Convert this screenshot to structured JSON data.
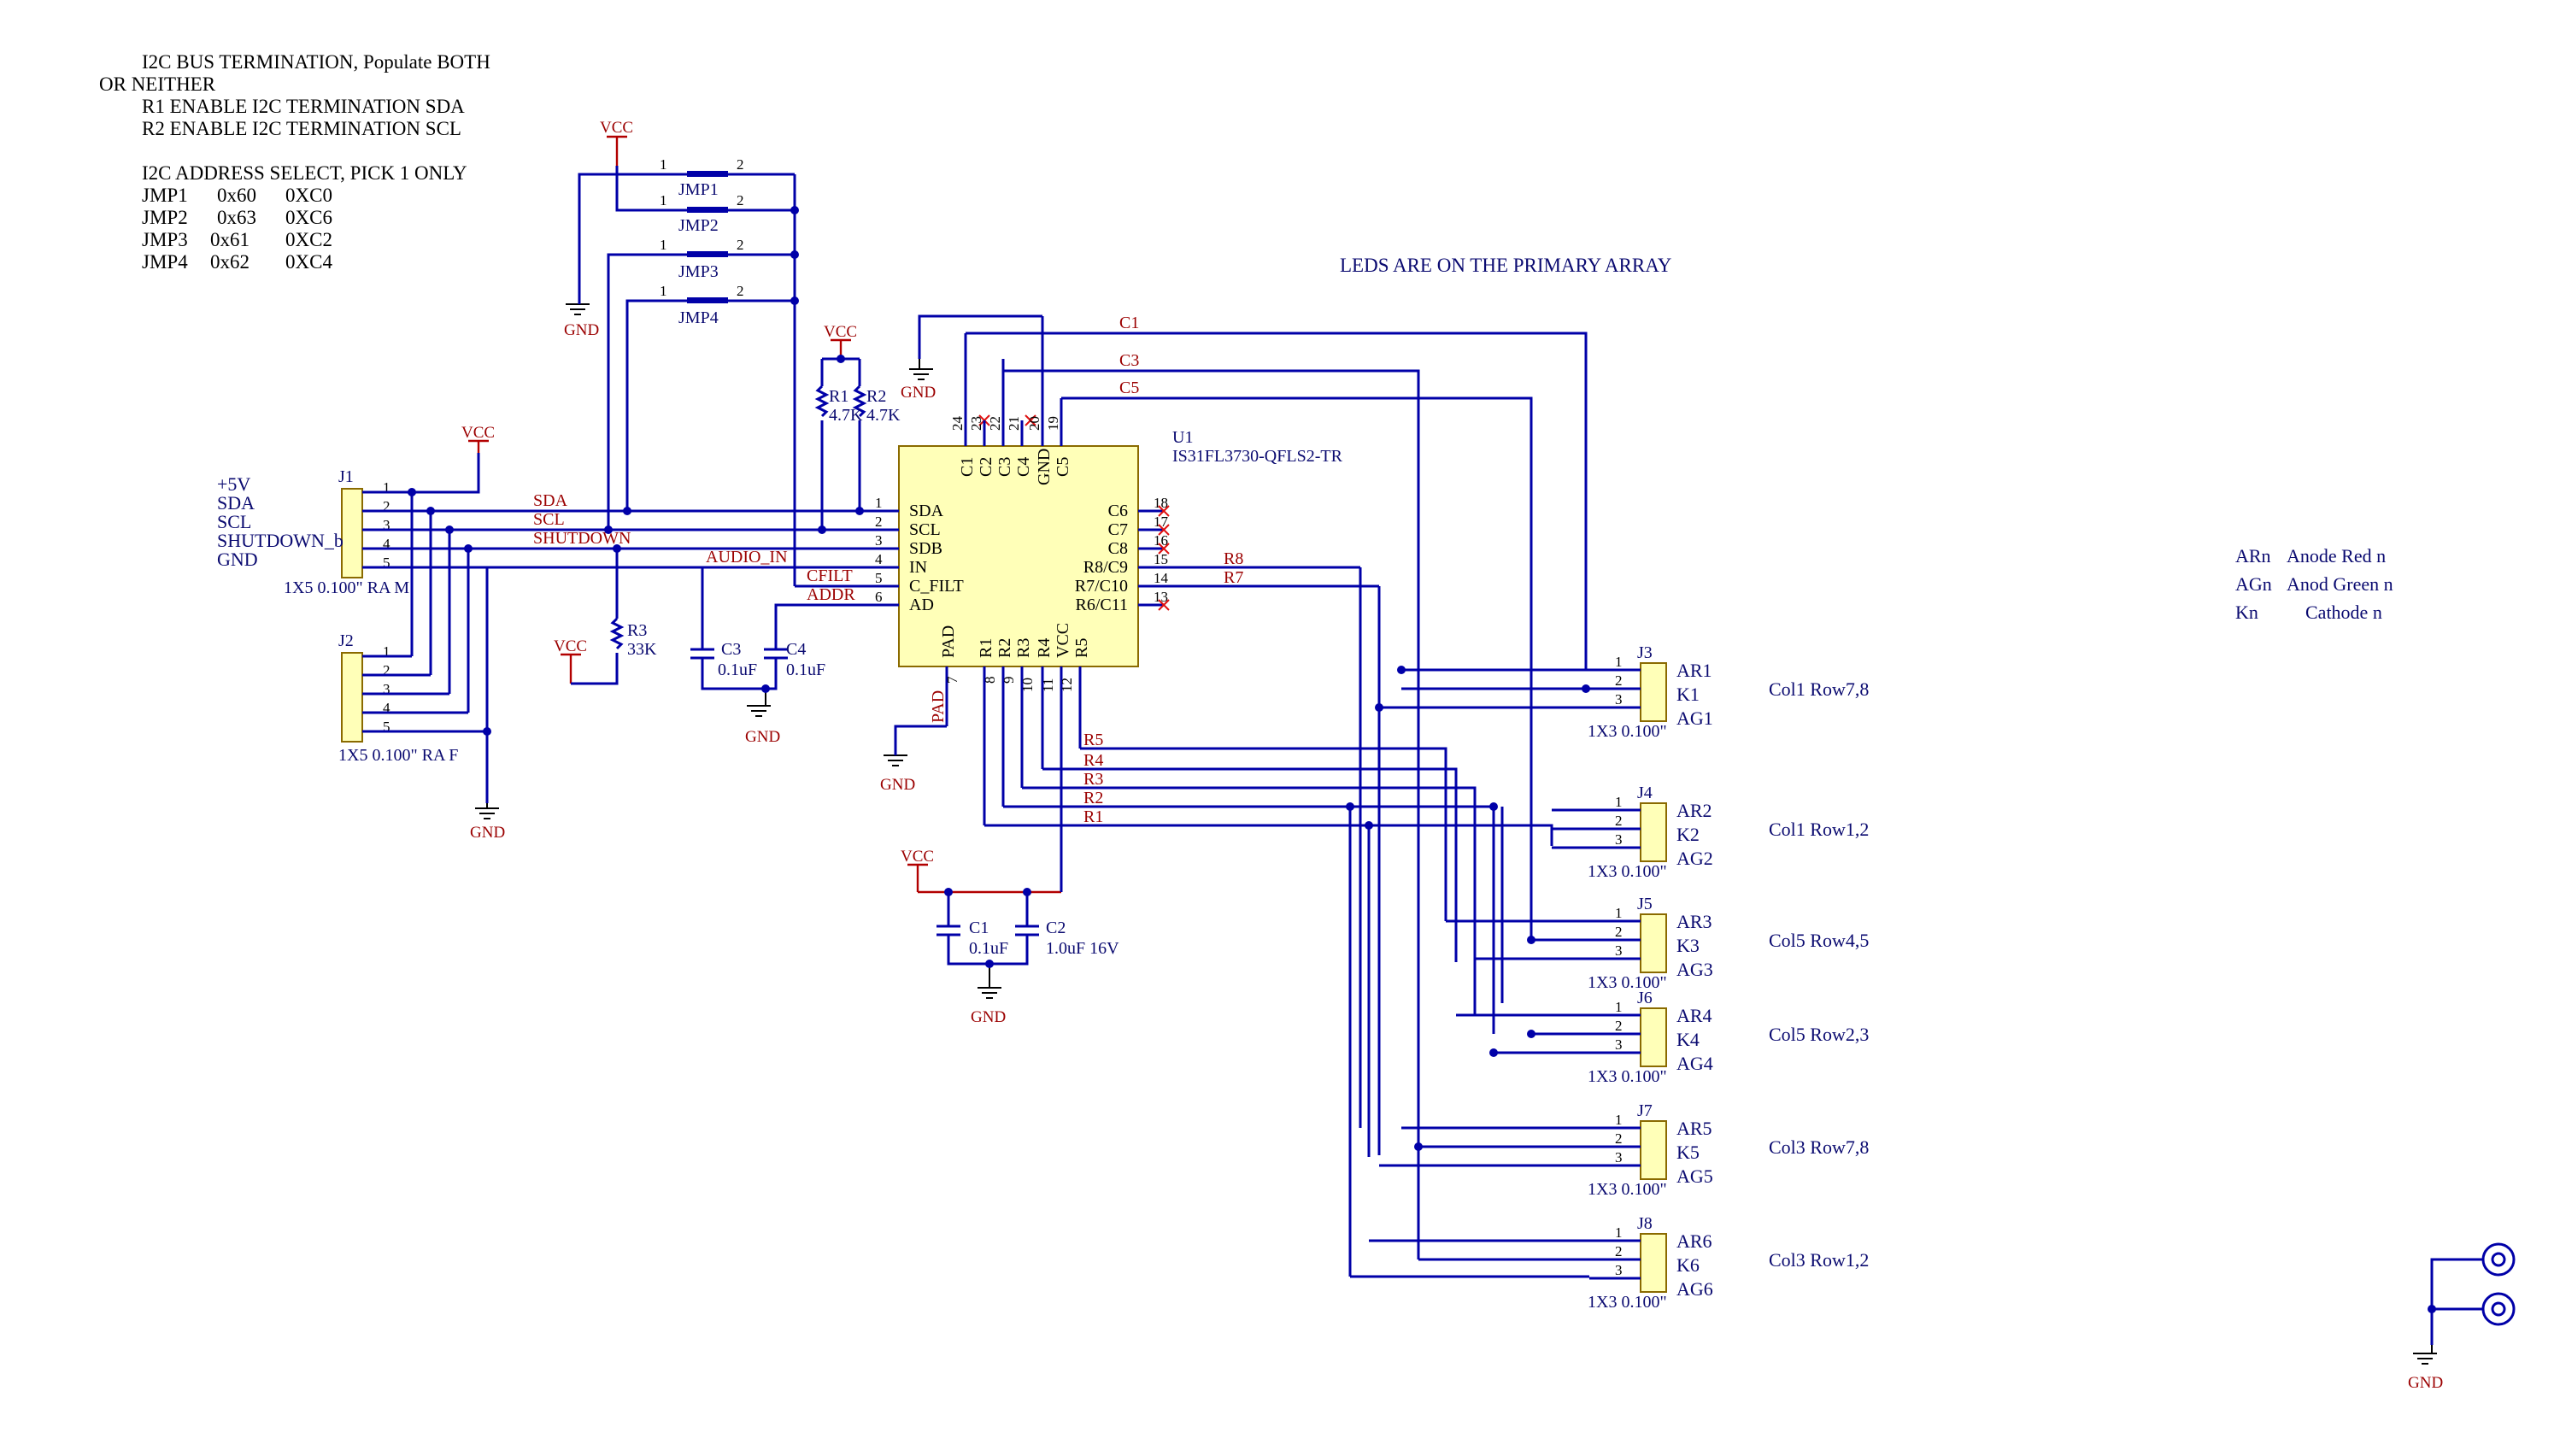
{
  "notes": {
    "i2c_termination": [
      "I2C BUS TERMINATION, Populate BOTH",
      "OR NEITHER",
      "R1  ENABLE I2C TERMINATION SDA",
      "R2  ENABLE I2C TERMINATION SCL"
    ],
    "addr_title": "I2C ADDRESS SELECT, PICK 1 ONLY",
    "addr_table": [
      [
        "JMP1",
        "0x60",
        "0XC0"
      ],
      [
        "JMP2",
        "0x63",
        "0XC6"
      ],
      [
        "JMP3",
        "0x61",
        "0XC2"
      ],
      [
        "JMP4",
        "0x62",
        "0XC4"
      ]
    ],
    "leds_note": "LEDS ARE ON THE PRIMARY ARRAY"
  },
  "legend": [
    [
      "ARn",
      "Anode Red n"
    ],
    [
      "AGn",
      "Anod Green n"
    ],
    [
      "Kn",
      "Cathode n"
    ]
  ],
  "power": {
    "vcc": "VCC",
    "gnd": "GND"
  },
  "j1": {
    "ref": "J1",
    "value": "1X5 0.100\" RA M",
    "signals": [
      "+5V",
      "SDA",
      "SCL",
      "SHUTDOWN_b",
      "GND"
    ],
    "pins": [
      "1",
      "2",
      "3",
      "4",
      "5"
    ]
  },
  "j2": {
    "ref": "J2",
    "value": "1X5 0.100\" RA F",
    "pins": [
      "1",
      "2",
      "3",
      "4",
      "5"
    ]
  },
  "nets": {
    "sda": "SDA",
    "scl": "SCL",
    "shutdown": "SHUTDOWN",
    "audio_in": "AUDIO_IN",
    "cfilt": "CFILT",
    "addr": "ADDR",
    "c1": "C1",
    "c3": "C3",
    "c5": "C5",
    "r8": "R8",
    "r7": "R7",
    "r5": "R5",
    "r4": "R4",
    "r3": "R3",
    "r2": "R2",
    "r1": "R1"
  },
  "jumpers": [
    {
      "ref": "JMP1",
      "p1": "1",
      "p2": "2"
    },
    {
      "ref": "JMP2",
      "p1": "1",
      "p2": "2"
    },
    {
      "ref": "JMP3",
      "p1": "1",
      "p2": "2"
    },
    {
      "ref": "JMP4",
      "p1": "1",
      "p2": "2"
    }
  ],
  "r1": {
    "ref": "R1",
    "value": "4.7K"
  },
  "r2": {
    "ref": "R2",
    "value": "4.7K"
  },
  "r3": {
    "ref": "R3",
    "value": "33K"
  },
  "c1": {
    "ref": "C1",
    "value": "0.1uF"
  },
  "c2": {
    "ref": "C2",
    "value": "1.0uF 16V"
  },
  "c3": {
    "ref": "C3",
    "value": "0.1uF"
  },
  "c4": {
    "ref": "C4",
    "value": "0.1uF"
  },
  "u1": {
    "ref": "U1",
    "part": "IS31FL3730-QFLS2-TR",
    "left_pins": [
      [
        "1",
        "SDA"
      ],
      [
        "2",
        "SCL"
      ],
      [
        "3",
        "SDB"
      ],
      [
        "4",
        "IN"
      ],
      [
        "5",
        "C_FILT"
      ],
      [
        "6",
        "AD"
      ]
    ],
    "right_pins": [
      [
        "18",
        "C6"
      ],
      [
        "17",
        "C7"
      ],
      [
        "16",
        "C8"
      ],
      [
        "15",
        "R8/C9"
      ],
      [
        "14",
        "R7/C10"
      ],
      [
        "13",
        "R6/C11"
      ]
    ],
    "top_pins": [
      [
        "24",
        "C1"
      ],
      [
        "23",
        "C2"
      ],
      [
        "22",
        "C3"
      ],
      [
        "21",
        "C4"
      ],
      [
        "20",
        "GND"
      ],
      [
        "19",
        "C5"
      ]
    ],
    "bottom_pins": [
      [
        "7",
        "PAD"
      ],
      [
        "8",
        "R1"
      ],
      [
        "9",
        "R2"
      ],
      [
        "10",
        "R3"
      ],
      [
        "11",
        "R4"
      ],
      [
        "12",
        "VCC"
      ],
      [
        "",
        "R5"
      ]
    ],
    "pad_label": "PAD",
    "pad_net": "PAD"
  },
  "led_connectors": [
    {
      "ref": "J3",
      "value": "1X3 0.100\"",
      "pins": [
        "AR1",
        "K1",
        "AG1"
      ],
      "desc": "Col1 Row7,8"
    },
    {
      "ref": "J4",
      "value": "1X3 0.100\"",
      "pins": [
        "AR2",
        "K2",
        "AG2"
      ],
      "desc": "Col1 Row1,2"
    },
    {
      "ref": "J5",
      "value": "1X3 0.100\"",
      "pins": [
        "AR3",
        "K3",
        "AG3"
      ],
      "desc": "Col5 Row4,5"
    },
    {
      "ref": "J6",
      "value": "1X3 0.100\"",
      "pins": [
        "AR4",
        "K4",
        "AG4"
      ],
      "desc": "Col5 Row2,3"
    },
    {
      "ref": "J7",
      "value": "1X3 0.100\"",
      "pins": [
        "AR5",
        "K5",
        "AG5"
      ],
      "desc": "Col3 Row7,8"
    },
    {
      "ref": "J8",
      "value": "1X3 0.100\"",
      "pins": [
        "AR6",
        "K6",
        "AG6"
      ],
      "desc": "Col3 Row1,2"
    }
  ],
  "pin_numbers_3": [
    "1",
    "2",
    "3"
  ],
  "colors": {
    "wire": "#0000a8",
    "power": "#b20000",
    "net_label": "#9b0000",
    "designator": "#0a0a70",
    "body": "#ffffb8"
  }
}
